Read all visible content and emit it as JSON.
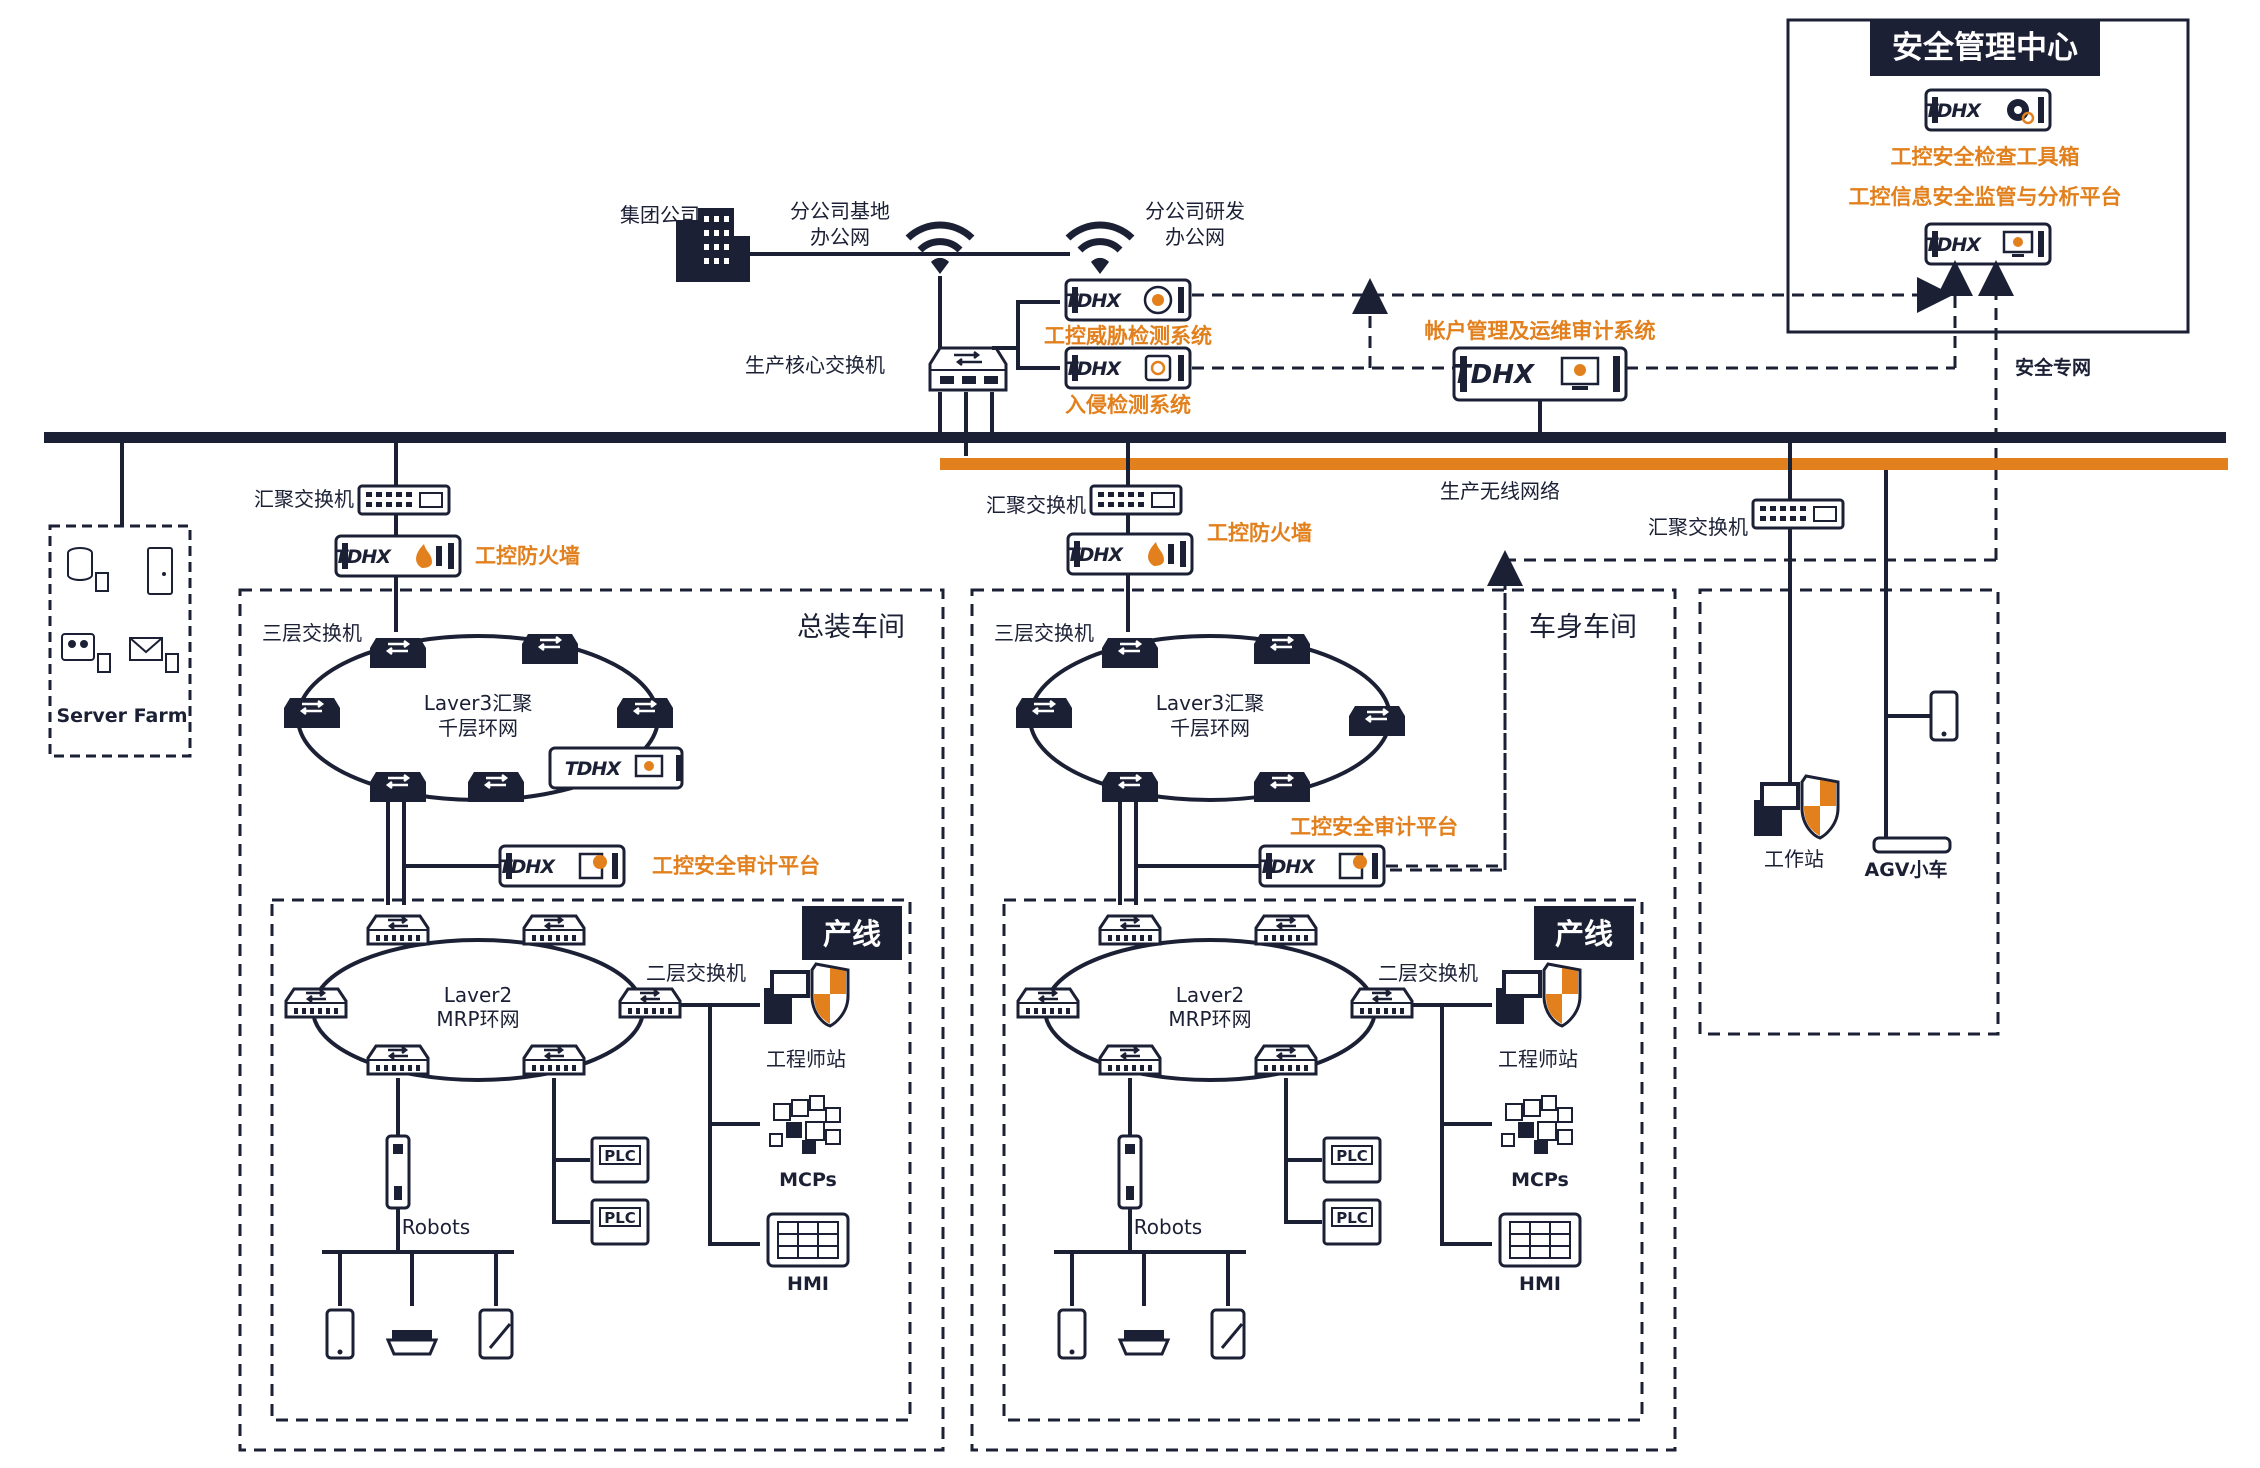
{
  "colors": {
    "navy": "#1b2035",
    "orange": "#e2801d",
    "white": "#ffffff"
  },
  "security_center": {
    "title": "安全管理中心",
    "toolbox": "工控安全检查工具箱",
    "platform": "工控信息安全监管与分析平台",
    "network": "安全专网"
  },
  "top": {
    "group": "集团公司",
    "branch_base": [
      "分公司基地",
      "办公网"
    ],
    "branch_rd": [
      "分公司研发",
      "办公网"
    ],
    "core_switch": "生产核心交换机",
    "threat_detection": "工控威胁检测系统",
    "intrusion_detection": "入侵检测系统",
    "account_audit": "帐户管理及运维审计系统"
  },
  "backbone": {
    "wireless": "生产无线网络"
  },
  "brand": "TDHX",
  "server_farm": {
    "label": "Server Farm"
  },
  "left_zone": {
    "title": "总装车间",
    "agg_switch": "汇聚交换机",
    "firewall": "工控防火墙",
    "l3_switch": "三层交换机",
    "ring_l3": [
      "Laver3汇聚",
      "千层环网"
    ],
    "audit": "工控安全审计平台",
    "line": {
      "title": "产线",
      "l2_switch": "二层交换机",
      "ring_l2": [
        "Laver2",
        "MRP环网"
      ],
      "engineer": "工程师站",
      "mcps": "MCPs",
      "hmi": "HMI",
      "robots": "Robots",
      "plc": "PLC"
    }
  },
  "right_zone": {
    "title": "车身车间",
    "agg_switch": "汇聚交换机",
    "firewall": "工控防火墙",
    "l3_switch": "三层交换机",
    "ring_l3": [
      "Laver3汇聚",
      "千层环网"
    ],
    "audit": "工控安全审计平台",
    "line": {
      "title": "产线",
      "l2_switch": "二层交换机",
      "ring_l2": [
        "Laver2",
        "MRP环网"
      ],
      "engineer": "工程师站",
      "mcps": "MCPs",
      "hmi": "HMI",
      "robots": "Robots",
      "plc": "PLC"
    }
  },
  "far_right": {
    "agg_switch": "汇聚交换机",
    "workstation": "工作站",
    "agv": "AGV小车"
  }
}
